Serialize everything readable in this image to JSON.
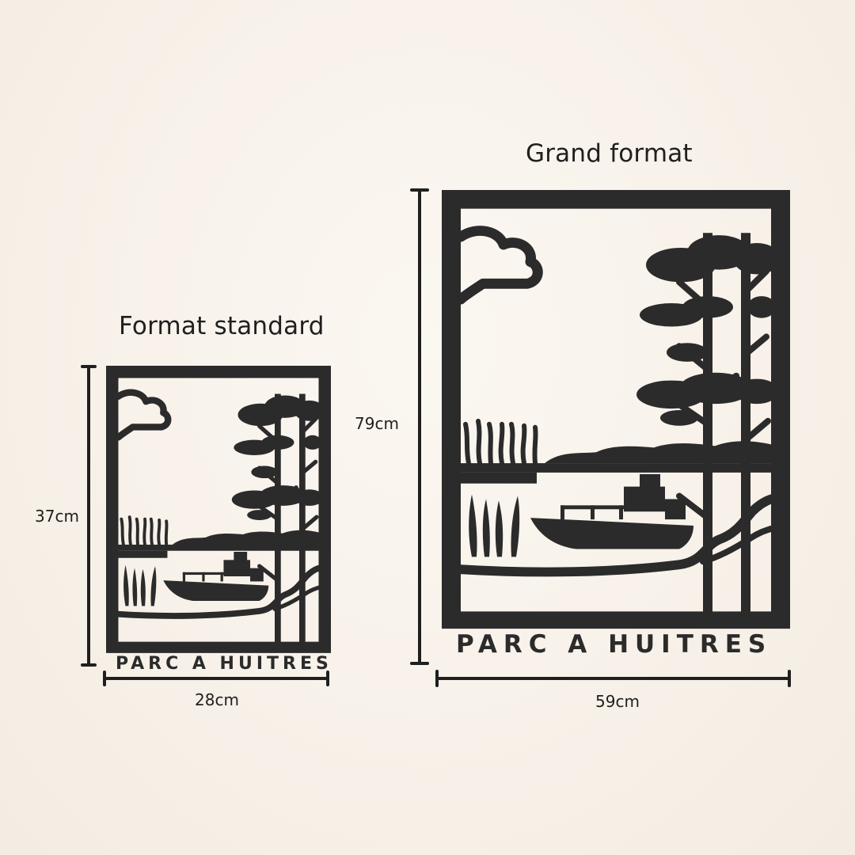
{
  "standard": {
    "title": "Format standard",
    "height_label": "37cm",
    "width_label": "28cm",
    "caption": "PARC A HUITRES"
  },
  "grand": {
    "title": "Grand format",
    "height_label": "79cm",
    "width_label": "59cm",
    "caption": "PARC A HUITRES"
  },
  "colors": {
    "background": "#f7f1e9",
    "metal": "#2b2b2b",
    "text": "#1f1f1f"
  },
  "icons": [
    "cloud-icon",
    "pine-tree-icon",
    "boat-icon",
    "reeds-icon"
  ]
}
